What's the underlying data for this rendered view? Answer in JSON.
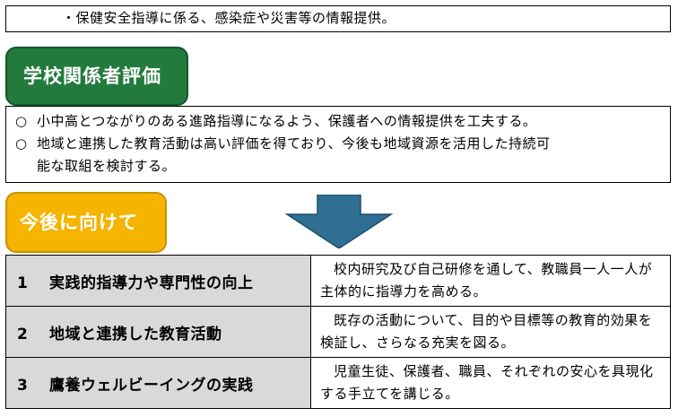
{
  "top_box": {
    "text": "・保健安全指導に係る、感染症や災害等の情報提供。"
  },
  "evaluation": {
    "title": "学校関係者評価",
    "items": [
      {
        "mark": "○",
        "text": "小中高とつながりのある進路指導になるよう、保護者への情報提供を工夫する。"
      },
      {
        "mark": "○",
        "text": "地域と連携した教育活動は高い評価を得ており、今後も地域資源を活用した持続可",
        "text2": "能な取組を検討する。"
      }
    ]
  },
  "future": {
    "title": "今後に向けて",
    "rows": [
      {
        "num": "1",
        "heading": "実践的指導力や専門性の向上",
        "desc": "校内研究及び自己研修を通して、教職員一人一人が主体的に指導力を高める。"
      },
      {
        "num": "2",
        "heading": "地域と連携した教育活動",
        "desc": "既存の活動について、目的や目標等の教育的効果を検証し、さらなる充実を図る。"
      },
      {
        "num": "3",
        "heading": "鷹養ウェルビーイングの実践",
        "desc": "児童生徒、保護者、職員、それぞれの安心を具現化する手立てを講じる。"
      }
    ]
  },
  "colors": {
    "green_badge": "#237a3d",
    "yellow_badge": "#f5b400",
    "arrow": "#2f6f93",
    "table_head": "#d9d9d9"
  },
  "icons": {
    "arrow": "down-arrow-icon"
  }
}
